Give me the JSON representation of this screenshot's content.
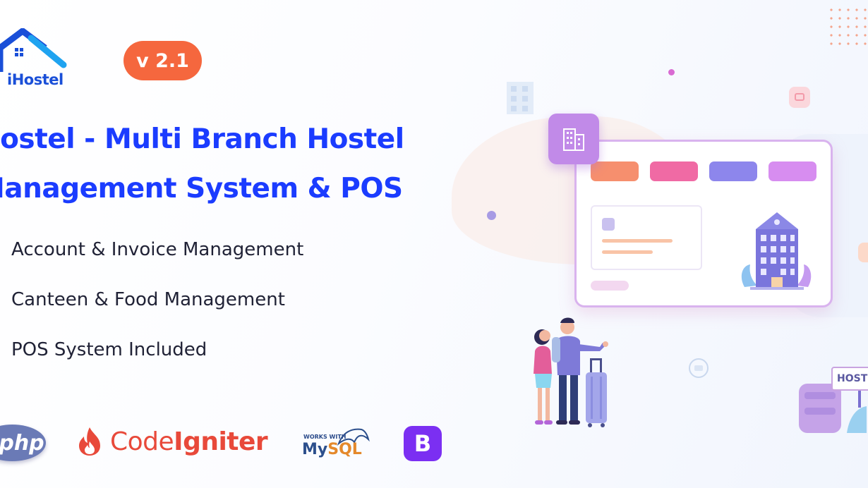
{
  "brand": {
    "name": "iHostel",
    "version": "v 2.1"
  },
  "title_lines": [
    "Hostel - Multi Branch Hostel",
    "Management System & POS"
  ],
  "features": [
    "Account & Invoice Management",
    "Canteen & Food Management",
    "POS System Included"
  ],
  "tech": {
    "php": "php",
    "codeigniter_prefix": "Code",
    "codeigniter_suffix": "Igniter",
    "mysql_small": "WORKS WITH",
    "mysql_main": "My",
    "mysql_sql": "SQL",
    "bootstrap": "B"
  },
  "illustration": {
    "sign": "HOSTE"
  },
  "colors": {
    "accent_blue": "#1b3cff",
    "version_orange": "#f5673e",
    "codeigniter_red": "#e8493a",
    "bootstrap_purple": "#7b2ff2",
    "tab_colors": [
      "#f68f6e",
      "#f06aa4",
      "#8d86ec",
      "#d78df0"
    ]
  }
}
